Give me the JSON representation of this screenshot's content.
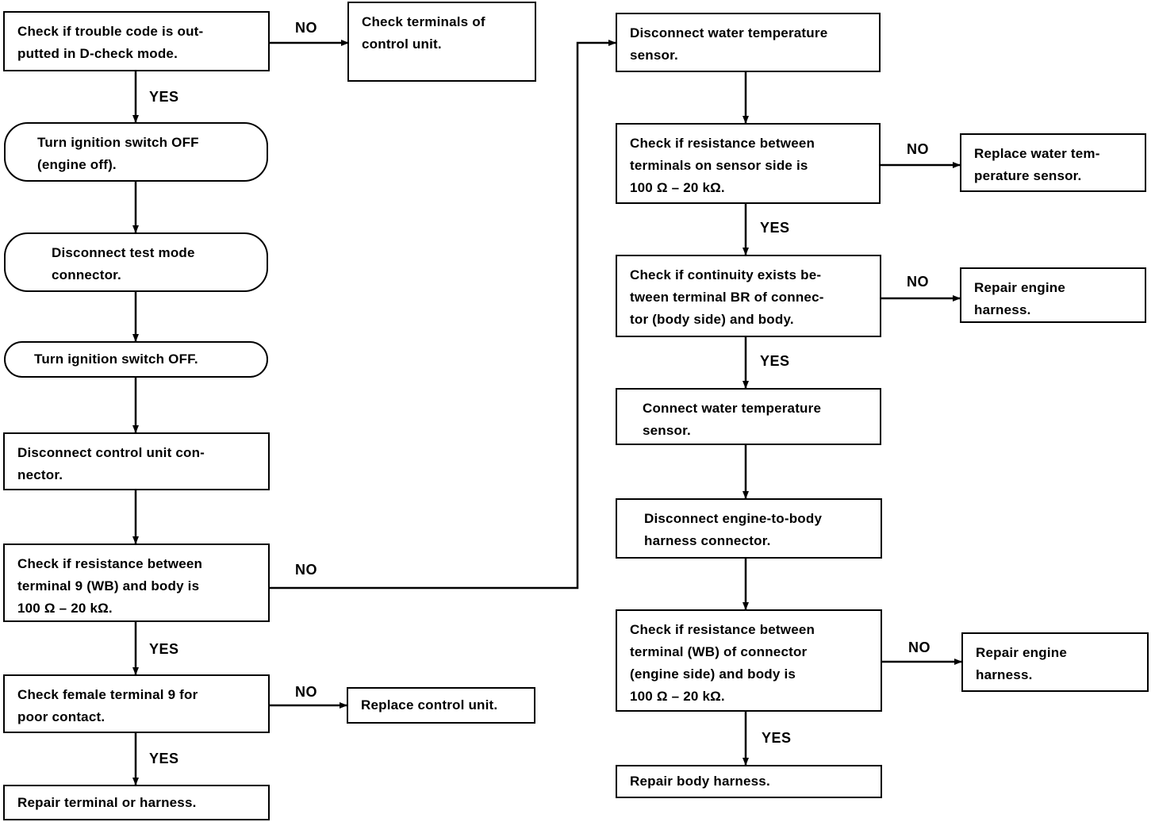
{
  "colors": {
    "ink": "#000000",
    "background": "#ffffff"
  },
  "flowchart": {
    "boxes": {
      "trouble_code": "Check if trouble code is out-\nputted in D-check mode.",
      "check_terminals_cu": "Check terminals of\ncontrol unit.",
      "ign_off_engine": "Turn ignition switch OFF\n(engine off).",
      "disc_test_mode": "Disconnect test mode\nconnector.",
      "ign_off": "Turn ignition switch OFF.",
      "disc_cu_conn": "Disconnect control unit con-\nnector.",
      "res_term9": "Check if resistance between\nterminal 9 (WB) and body is\n100 Ω – 20 kΩ.",
      "female_term9": "Check female terminal 9 for\npoor contact.",
      "replace_cu": "Replace control unit.",
      "repair_term_harness": "Repair terminal or harness.",
      "disc_wts": "Disconnect water temperature\nsensor.",
      "res_sensor_side": "Check if resistance between\nterminals on sensor side is\n100 Ω – 20 kΩ.",
      "replace_wts": "Replace water tem-\nperature sensor.",
      "continuity_br": "Check if continuity exists be-\ntween terminal BR of connec-\ntor (body side) and body.",
      "repair_engine_harness_1": "Repair engine\nharness.",
      "connect_wts": "Connect water temperature\nsensor.",
      "disc_engine_body": "Disconnect engine-to-body\nharness connector.",
      "res_wb_engine": "Check if resistance between\nterminal (WB) of connector\n(engine side) and body is\n100 Ω – 20 kΩ.",
      "repair_engine_harness_2": "Repair engine\nharness.",
      "repair_body_harness": "Repair body harness."
    },
    "labels": {
      "no": "NO",
      "yes": "YES"
    }
  }
}
